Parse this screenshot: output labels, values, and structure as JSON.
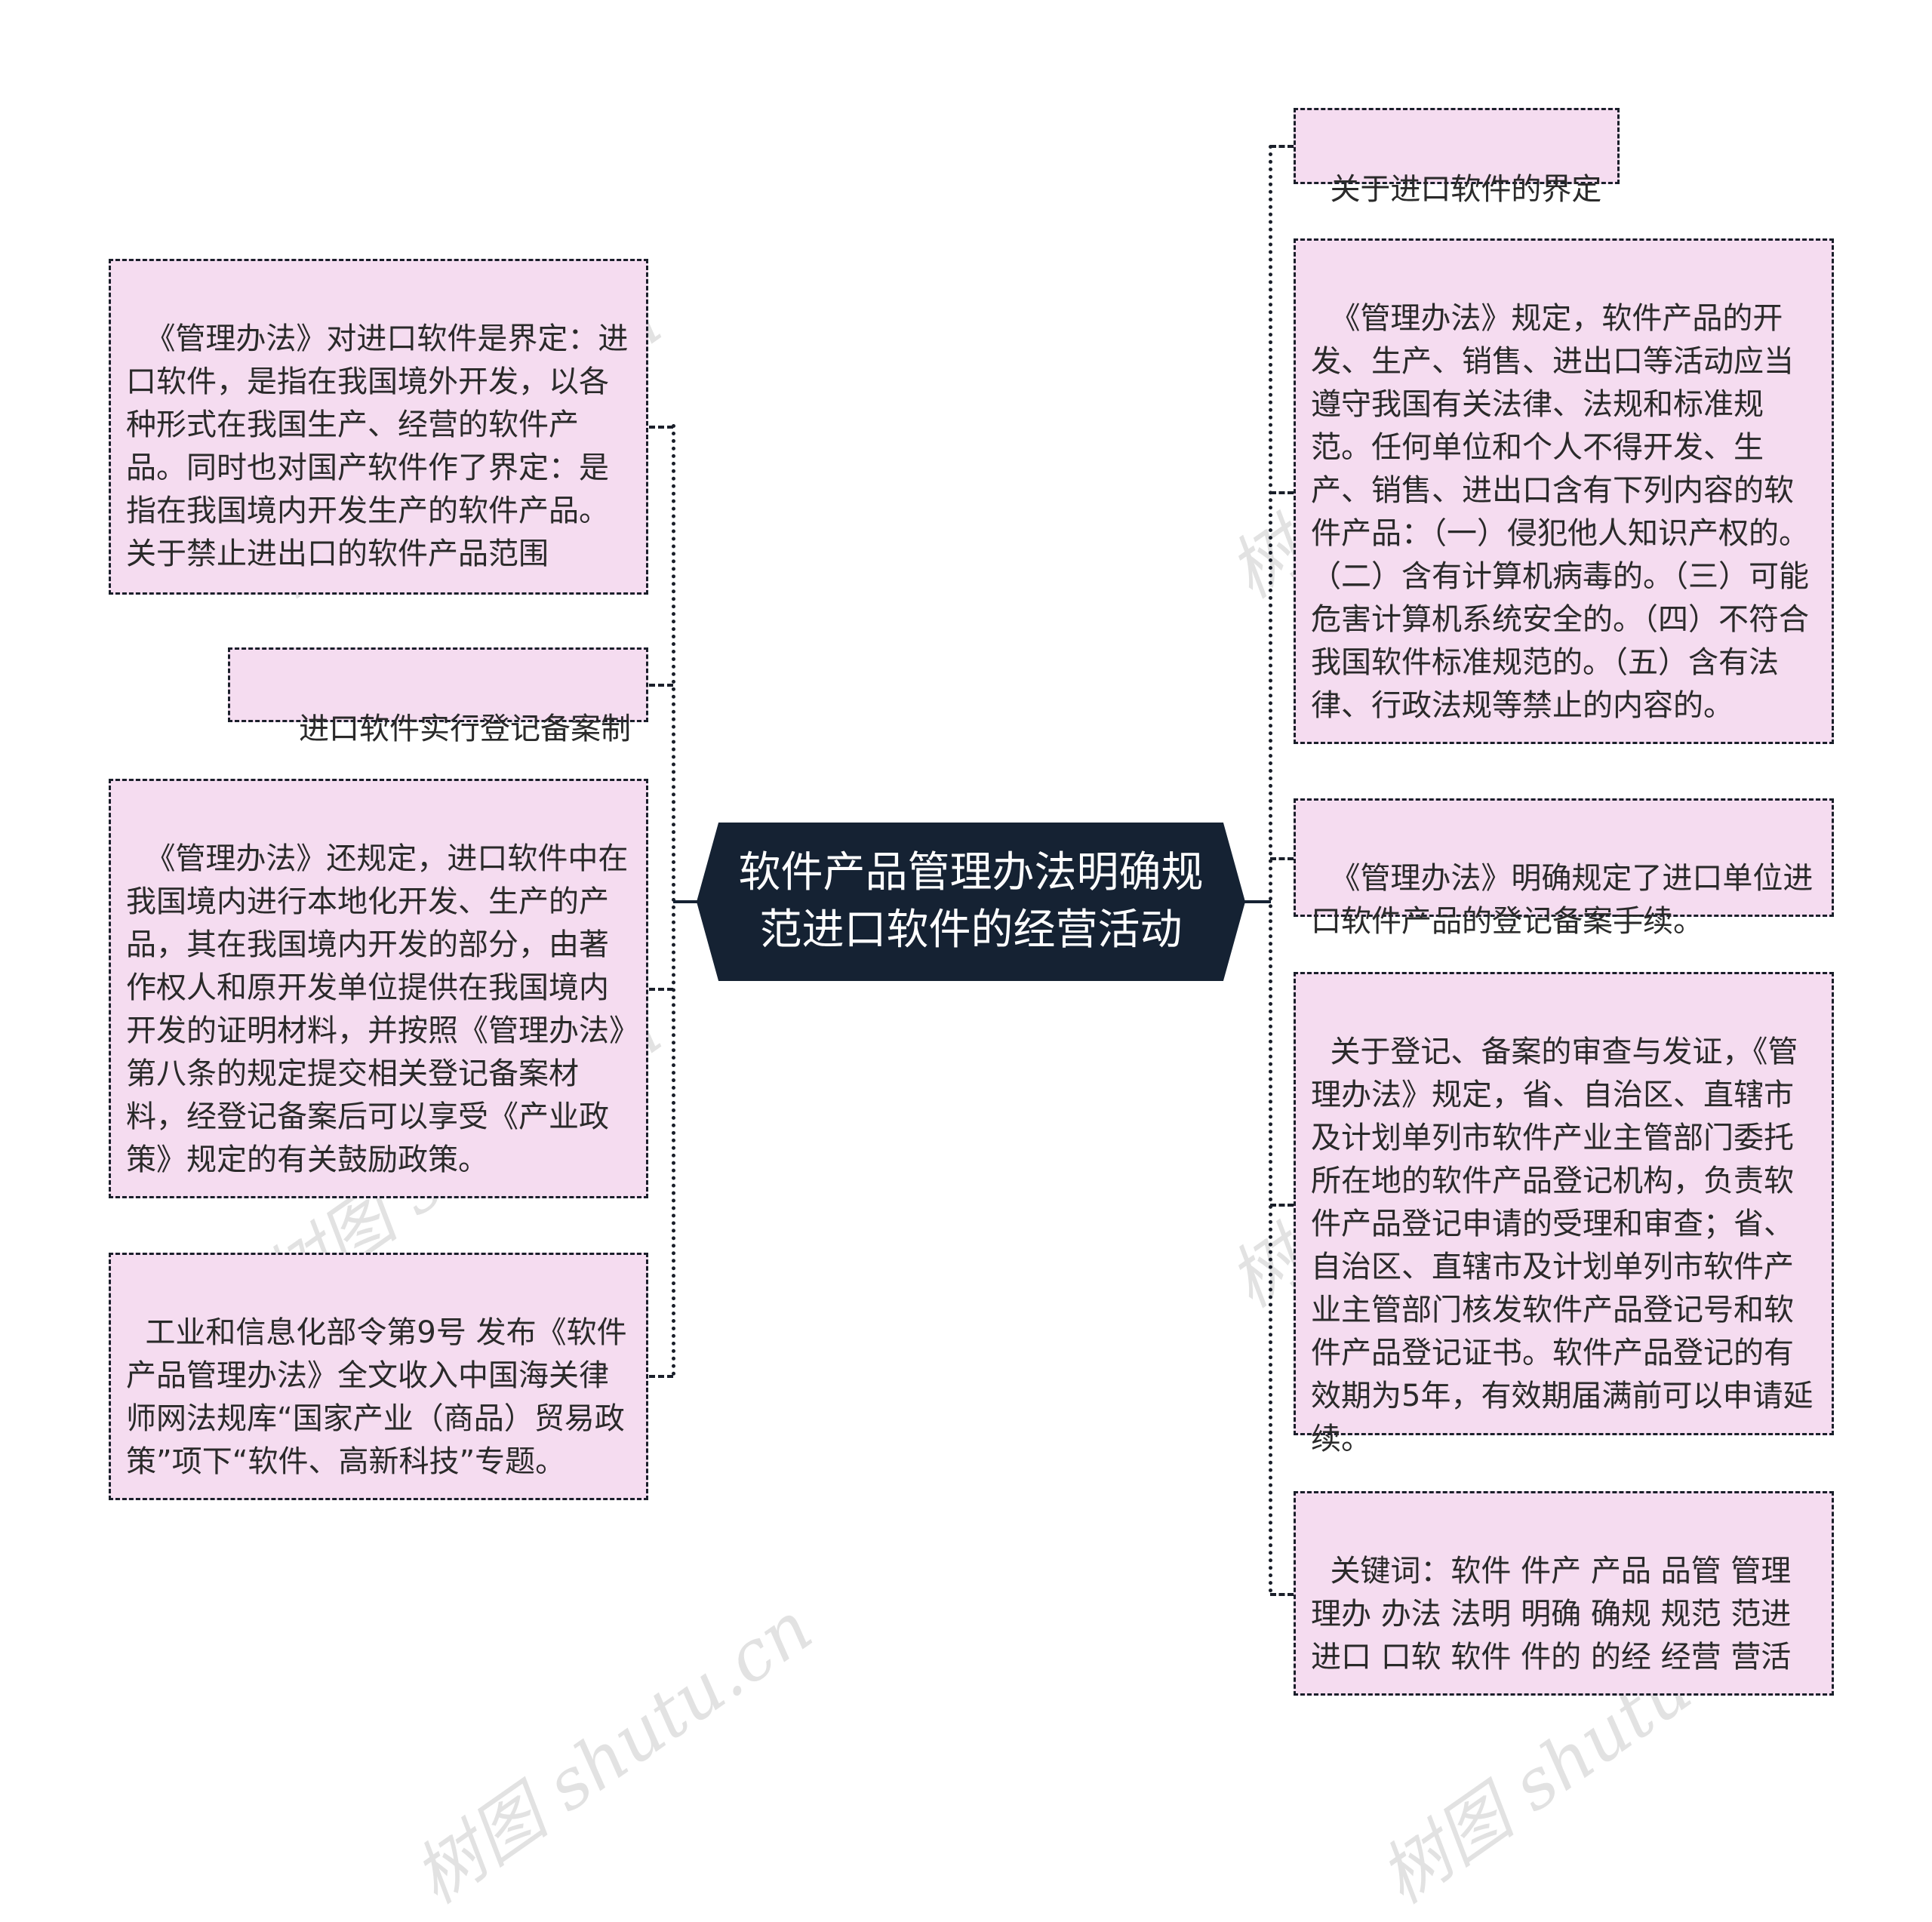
{
  "central_topic": "软件产品管理办法明确规范进口软件的经营活动",
  "left_branches": [
    {
      "text": "《管理办法》对进口软件是界定：进口软件，是指在我国境外开发，以各种形式在我国生产、经营的软件产品。同时也对国产软件作了界定：是指在我国境内开发生产的软件产品。　　关于禁止进出口的软件产品范围"
    },
    {
      "text": "进口软件实行登记备案制"
    },
    {
      "text": "《管理办法》还规定，进口软件中在我国境内进行本地化开发、生产的产品，其在我国境内开发的部分，由著作权人和原开发单位提供在我国境内开发的证明材料，并按照《管理办法》第八条的规定提交相关登记备案材料，经登记备案后可以享受《产业政策》规定的有关鼓励政策。"
    },
    {
      "text": "工业和信息化部令第9号 发布《软件产品管理办法》全文收入中国海关律师网法规库“国家产业（商品）贸易政策”项下“软件、高新科技”专题。"
    }
  ],
  "right_branches": [
    {
      "text": "关于进口软件的界定"
    },
    {
      "text": "《管理办法》规定，软件产品的开发、生产、销售、进出口等活动应当遵守我国有关法律、法规和标准规范。任何单位和个人不得开发、生产、销售、进出口含有下列内容的软件产品：（一）侵犯他人知识产权的。（二）含有计算机病毒的。（三）可能危害计算机系统安全的。（四）不符合我国软件标准规范的。（五）含有法律、行政法规等禁止的内容的。"
    },
    {
      "text": "《管理办法》明确规定了进口单位进口软件产品的登记备案手续。"
    },
    {
      "text": "关于登记、备案的审查与发证，《管理办法》规定，省、自治区、直辖市及计划单列市软件产业主管部门委托所在地的软件产品登记机构，负责软件产品登记申请的受理和审查；省、自治区、直辖市及计划单列市软件产业主管部门核发软件产品登记号和软件产品登记证书。软件产品登记的有效期为5年，有效期届满前可以申请延续。"
    },
    {
      "text": "关键词：软件 件产 产品 品管 管理 理办 办法 法明 明确 确规 规范 范进 进口 口软 软件 件的 的经 经营 营活"
    }
  ],
  "watermark": "树图 shutu.cn",
  "colors": {
    "node_fill": "#f5dcf0",
    "node_border": "#1a1f2a",
    "central_fill": "#152233",
    "central_text": "#ffffff",
    "text": "#2a2a2a"
  }
}
